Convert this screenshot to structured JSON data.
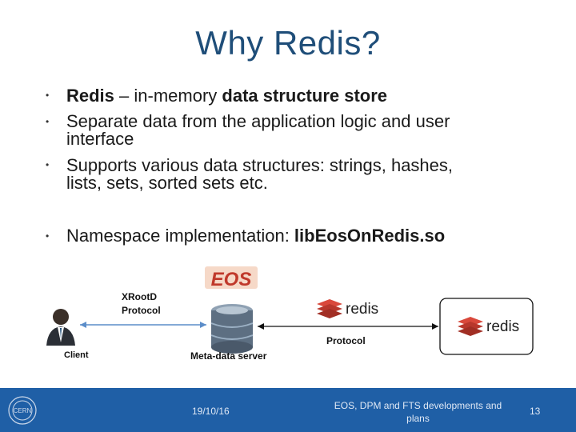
{
  "title": "Why Redis?",
  "bullets": [
    {
      "bold_lead": "Redis",
      "text_mid": " – in-memory ",
      "bold_tail": "data structure store"
    },
    {
      "text_line1": "Separate data from the application logic and user",
      "text_line2": "interface"
    },
    {
      "text_line1": "Supports various data structures: strings, hashes,",
      "text_line2": "lists, sets, sorted sets etc."
    },
    {
      "text": "Namespace implementation: ",
      "bold_tail": "libEosOnRedis.so"
    }
  ],
  "bullet_symbol": "•",
  "diagram": {
    "eos_logo_text": "EOS",
    "xrootd_label_line1": "XRootD",
    "xrootd_label_line2": "Protocol",
    "client_label": "Client",
    "metadata_label": "Meta-data server",
    "protocol_label": "Protocol",
    "redis_label_1": "redis",
    "redis_label_2": "redis"
  },
  "footer": {
    "logo_text": "CERN",
    "date": "19/10/16",
    "center_line1": "EOS, DPM and FTS developments and",
    "center_line2": "plans",
    "page": "13"
  },
  "colors": {
    "title": "#1f4e79",
    "footer_bg": "#1f5fa6",
    "eos_red": "#c0392b",
    "redis_red": "#c0392b"
  }
}
